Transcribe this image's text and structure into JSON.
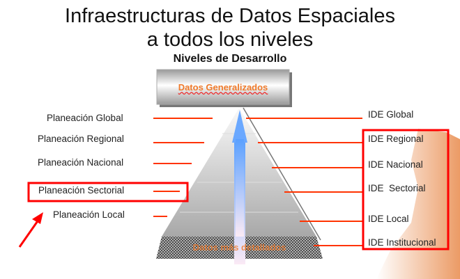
{
  "title_line1": "Infraestructuras de Datos Espaciales",
  "title_line2": "a todos los niveles",
  "subtitle": "Niveles de Desarrollo",
  "top_box": "Datos Generalizados",
  "base_band": "Datos más detallados",
  "left_labels": [
    "Planeación Global",
    "Planeación Regional",
    "Planeación Nacional",
    "Planeación Sectorial",
    "Planeación Local"
  ],
  "right_labels": [
    "IDE Global",
    "IDE Regional",
    "IDE Nacional",
    "IDE  Sectorial",
    "IDE Local",
    "IDE Institucional"
  ],
  "colors": {
    "accent": "#ff3300",
    "highlight": "#ff0000",
    "box_text": "#f07a2a"
  }
}
